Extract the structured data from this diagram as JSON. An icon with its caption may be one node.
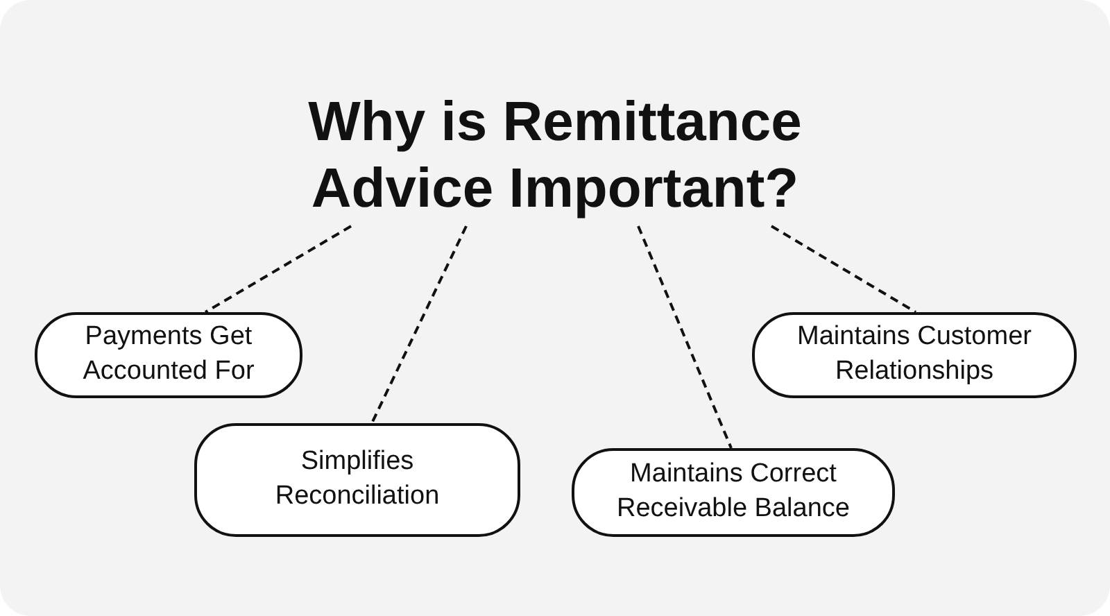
{
  "diagram": {
    "nodes": [
      {
        "text": [
          "Why is Remittance Advice Important?"
        ]
      },
      {
        "text": [
          "Payments Get Accounted For"
        ]
      },
      {
        "text": [
          "Simplifies Reconciliation"
        ]
      },
      {
        "text": [
          "Maintains Correct Receivable Balance"
        ]
      },
      {
        "text": [
          "Maintains Customer Relationships"
        ]
      }
    ],
    "edges": [
      {
        "from": 0,
        "to": 1,
        "arrow": "none",
        "style": "dashed"
      },
      {
        "from": 0,
        "to": 2,
        "arrow": "none",
        "style": "dashed"
      },
      {
        "from": 0,
        "to": 3,
        "arrow": "none",
        "style": "dashed"
      },
      {
        "from": 0,
        "to": 4,
        "arrow": "none",
        "style": "dashed"
      }
    ]
  }
}
